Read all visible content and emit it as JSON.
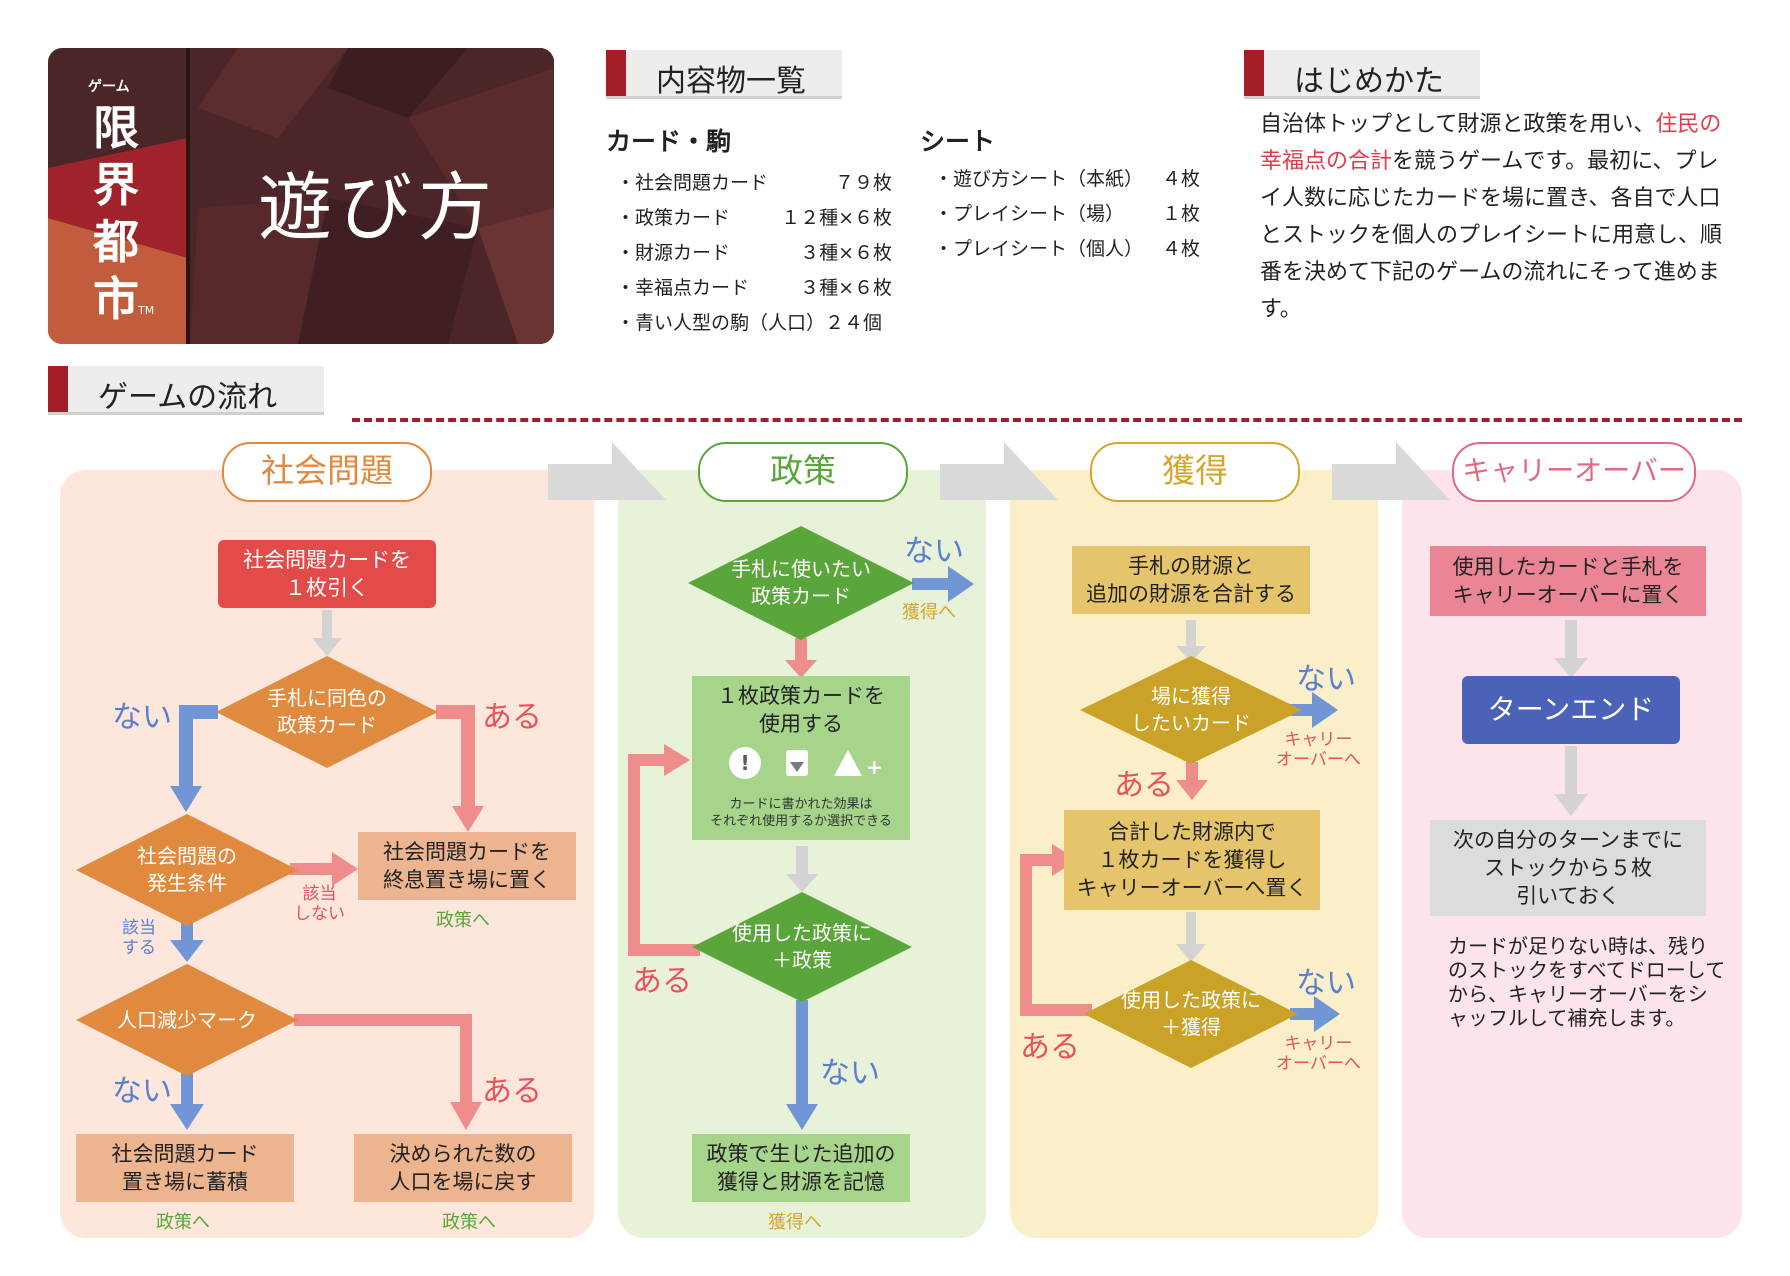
{
  "logo": {
    "small": "ゲーム",
    "name_chars": [
      "限",
      "界",
      "都",
      "市"
    ],
    "tm": "TM",
    "title": "遊び方"
  },
  "contents": {
    "heading": "内容物一覧",
    "cards_title": "カード・駒",
    "cards": [
      {
        "name": "・社会問題カード",
        "qty": "７９枚"
      },
      {
        "name": "・政策カード",
        "qty": "１２種×６枚"
      },
      {
        "name": "・財源カード",
        "qty": "３種×６枚"
      },
      {
        "name": "・幸福点カード",
        "qty": "３種×６枚"
      },
      {
        "name": "・青い人型の駒（人口）２４個",
        "qty": ""
      }
    ],
    "sheets_title": "シート",
    "sheets": [
      {
        "name": "・遊び方シート（本紙）",
        "qty": "４枚"
      },
      {
        "name": "・プレイシート（場）",
        "qty": "１枚"
      },
      {
        "name": "・プレイシート（個人）",
        "qty": "４枚"
      }
    ]
  },
  "start": {
    "heading": "はじめかた",
    "text_1": "自治体トップとして財源と政策を用い、",
    "text_hl": "住民の幸福点の合計",
    "text_2": "を競うゲームです。最初に、プレイ人数に応じたカードを場に置き、各自で人口とストックを個人のプレイシートに用意し、順番を決めて下記のゲームの流れにそって進めます。"
  },
  "flow": {
    "heading": "ゲームの流れ",
    "colors": {
      "orange": "#e08a3f",
      "green": "#5ba63a",
      "yellow": "#d4a72c",
      "pink": "#e98595",
      "blue": "#7096d6",
      "red_arrow": "#ef8c8c",
      "navy": "#4a62b8"
    },
    "social": {
      "phase": "社会問題",
      "draw": "社会問題カードを\n１枚引く",
      "same_color": "手札に同色の\n政策カード",
      "no1": "ない",
      "yes1": "ある",
      "place_closing": "社会問題カードを\n終息置き場に置く",
      "to_policy_1": "政策へ",
      "condition": "社会問題の\n発生条件",
      "not_applicable": "該当\nしない",
      "applicable": "該当\nする",
      "pop_mark": "人口減少マーク",
      "no2": "ない",
      "yes2": "ある",
      "accumulate": "社会問題カード\n置き場に蓄積",
      "to_policy_2": "政策へ",
      "return_pop": "決められた数の\n人口を場に戻す",
      "to_policy_3": "政策へ"
    },
    "policy": {
      "phase": "政策",
      "want": "手札に使いたい\n政策カード",
      "no": "ない",
      "to_acquire": "獲得へ",
      "use": "１枚政策カードを\n使用する",
      "effect_note": "カードに書かれた効果は\nそれぞれ使用するか選択できる",
      "plus_policy": "使用した政策に\n＋政策",
      "yes": "ある",
      "no2": "ない",
      "remember": "政策で生じた追加の\n獲得と財源を記憶",
      "to_acquire_2": "獲得へ"
    },
    "acquire": {
      "phase": "獲得",
      "sum": "手札の財源と\n追加の財源を合計する",
      "want": "場に獲得\nしたいカード",
      "no": "ない",
      "to_carry": "キャリー\nオーバーへ",
      "yes": "ある",
      "get": "合計した財源内で\n１枚カードを獲得し\nキャリーオーバーへ置く",
      "plus_acquire": "使用した政策に\n＋獲得",
      "yes2": "ある",
      "no2": "ない",
      "to_carry_2": "キャリー\nオーバーへ"
    },
    "carry": {
      "phase": "キャリーオーバー",
      "place": "使用したカードと手札を\nキャリーオーバーに置く",
      "turn_end": "ターンエンド",
      "draw5": "次の自分のターンまでに\nストックから５枚\n引いておく",
      "note": "カードが足りない時は、残りのストックをすべてドローしてから、キャリーオーバーをシャッフルして補充します。"
    }
  }
}
